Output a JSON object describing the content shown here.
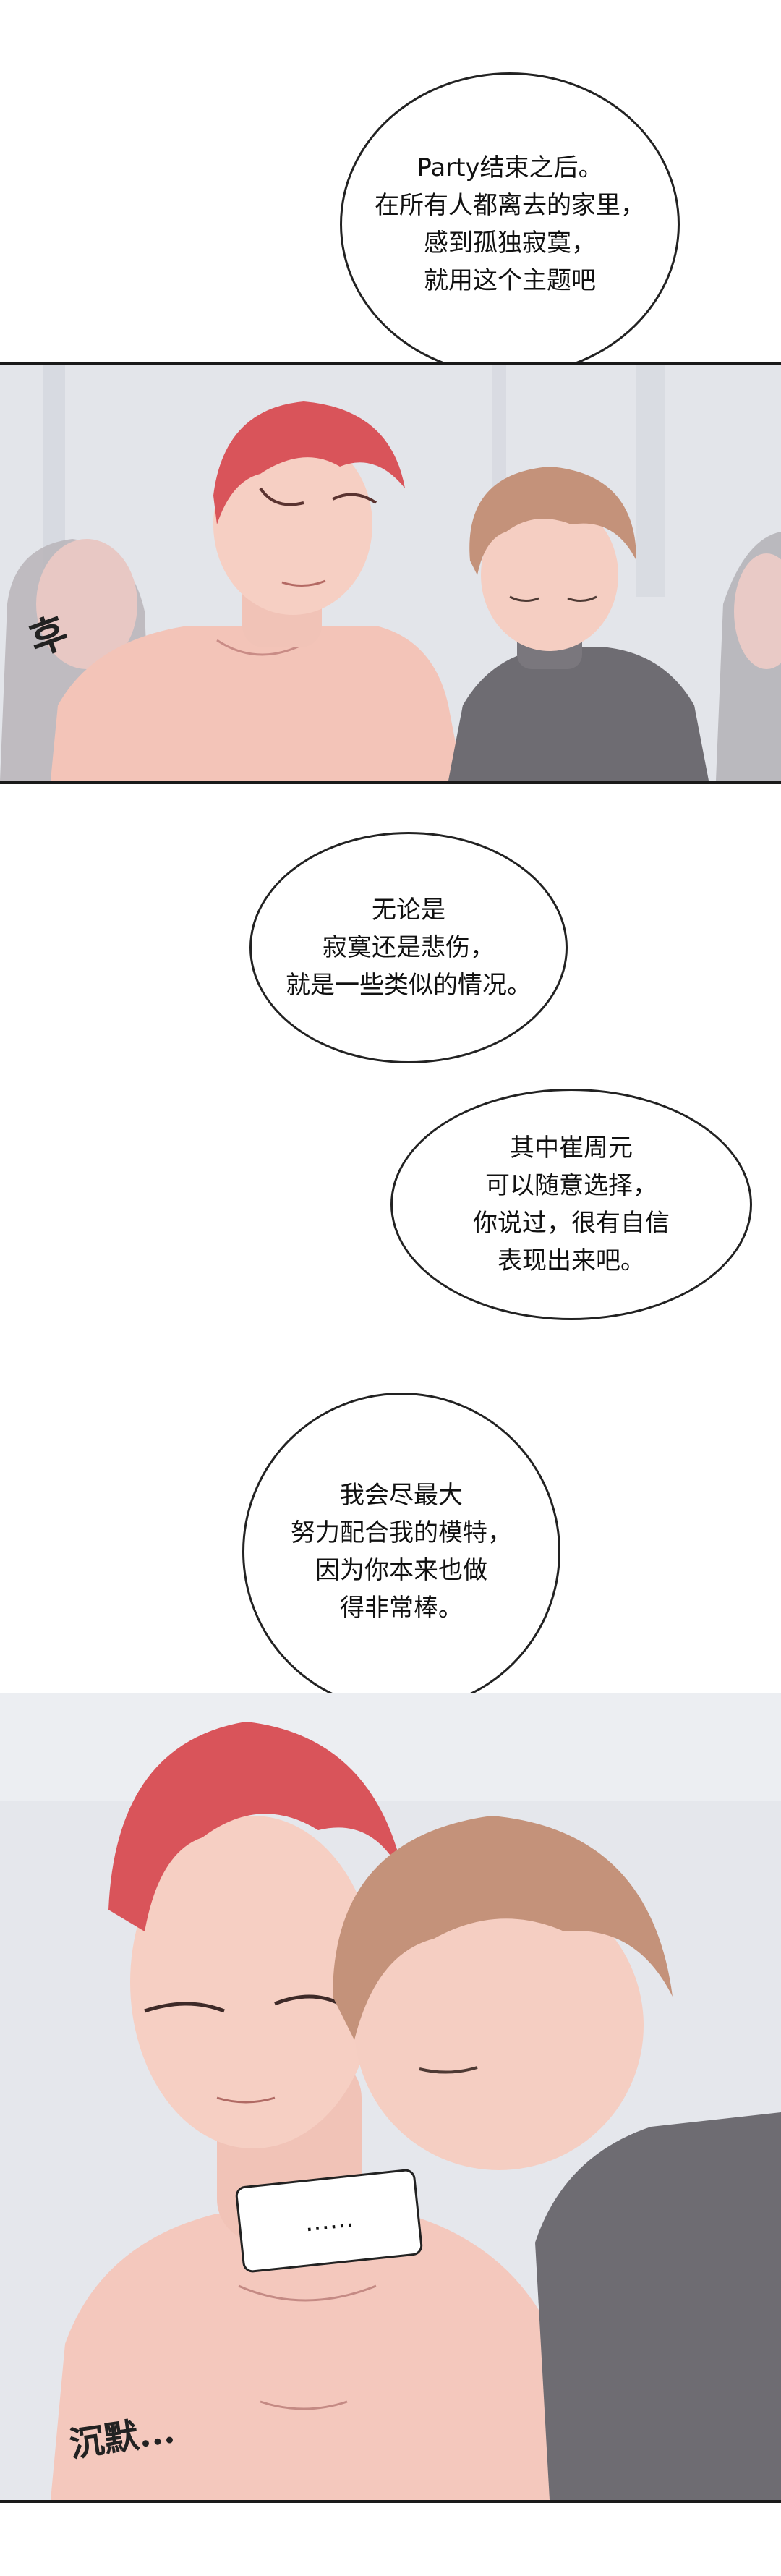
{
  "bubbles": {
    "b1": "Party结束之后。\n在所有人都离去的家里，\n感到孤独寂寞，\n就用这个主题吧",
    "b2": "无论是\n寂寞还是悲伤，\n就是一些类似的情况。",
    "b3": "其中崔周元\n可以随意选择，\n你说过，很有自信\n表现出来吧。",
    "b4": "我会尽最大\n努力配合我的模特，\n因为你本来也做\n得非常棒。",
    "b5": "……"
  },
  "sfx": {
    "s1": "후",
    "s2": "沉默..."
  },
  "colors": {
    "red_hair": "#d9545a",
    "brown_hair": "#c4927a",
    "skin": "#f4c8bd",
    "sweater": "#6e6c72"
  }
}
